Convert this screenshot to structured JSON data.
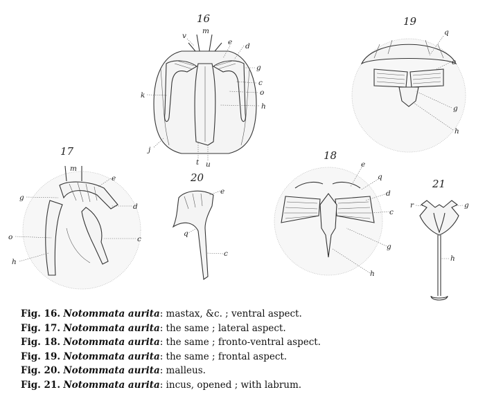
{
  "figures": {
    "f16": {
      "number": "16",
      "labels": {
        "v": "v",
        "m": "m",
        "e": "e",
        "d": "d",
        "g": "g",
        "c": "c",
        "o": "o",
        "h": "h",
        "k": "k",
        "j": "j",
        "t": "t",
        "u": "u"
      }
    },
    "f17": {
      "number": "17",
      "labels": {
        "m": "m",
        "e": "e",
        "g": "g",
        "d": "d",
        "o": "o",
        "c": "c",
        "h": "h"
      }
    },
    "f18": {
      "number": "18",
      "labels": {
        "e": "e",
        "q": "q",
        "d": "d",
        "c": "c",
        "g": "g",
        "h": "h"
      }
    },
    "f19": {
      "number": "19",
      "labels": {
        "q": "q",
        "c": "c",
        "g": "g",
        "h": "h"
      }
    },
    "f20": {
      "number": "20",
      "labels": {
        "e": "e",
        "q": "q",
        "c": "c"
      }
    },
    "f21": {
      "number": "21",
      "labels": {
        "r": "r",
        "g": "g",
        "h": "h"
      }
    }
  },
  "captions": [
    {
      "fig": "Fig. 16.",
      "species": "Notommata aurita",
      "text": ":  mastax, &c. ;  ventral aspect."
    },
    {
      "fig": "Fig. 17.",
      "species": "Notommata aurita",
      "text": ":  the same ;  lateral aspect."
    },
    {
      "fig": "Fig. 18.",
      "species": "Notommata aurita",
      "text": ":  the same ;  fronto-ventral aspect."
    },
    {
      "fig": "Fig. 19.",
      "species": "Notommata aurita",
      "text": ":  the same ;  frontal aspect."
    },
    {
      "fig": "Fig. 20.",
      "species": "Notommata aurita",
      "text": ":  malleus."
    },
    {
      "fig": "Fig. 21.",
      "species": "Notommata aurita",
      "text": ":  incus, opened ;  with labrum."
    }
  ]
}
